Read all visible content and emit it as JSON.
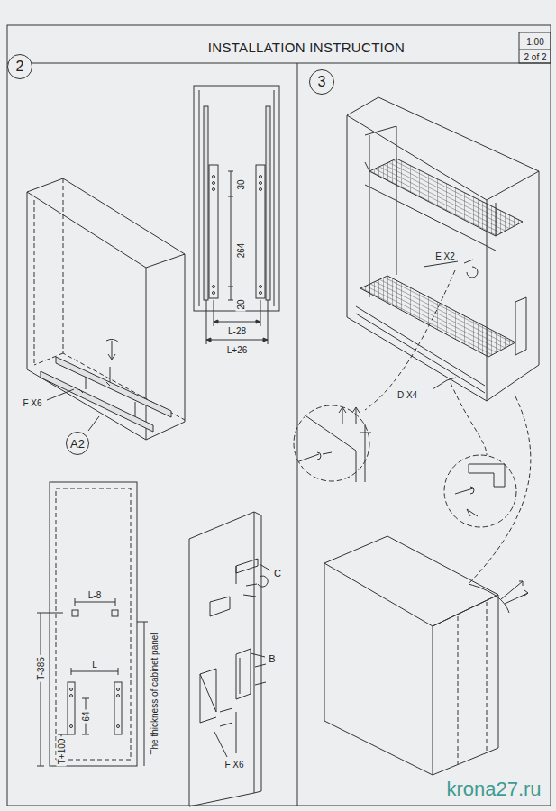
{
  "diagram": {
    "title": "INSTALLATION INSTRUCTION",
    "nodes": [
      {
        "text": [
          "2"
        ]
      },
      {
        "text": [
          "3"
        ]
      },
      {
        "text": [
          "A2"
        ]
      }
    ],
    "labels": [
      "1.00",
      "2 of 2",
      "30",
      "264",
      "20",
      "L-28",
      "L+26",
      "F X6",
      "L-8",
      "L",
      "T-385",
      "64",
      "T+100",
      "The thickness of cabinet panel",
      "C",
      "B",
      "F X6",
      "E X2",
      "D X4",
      "krona27.ru"
    ]
  }
}
